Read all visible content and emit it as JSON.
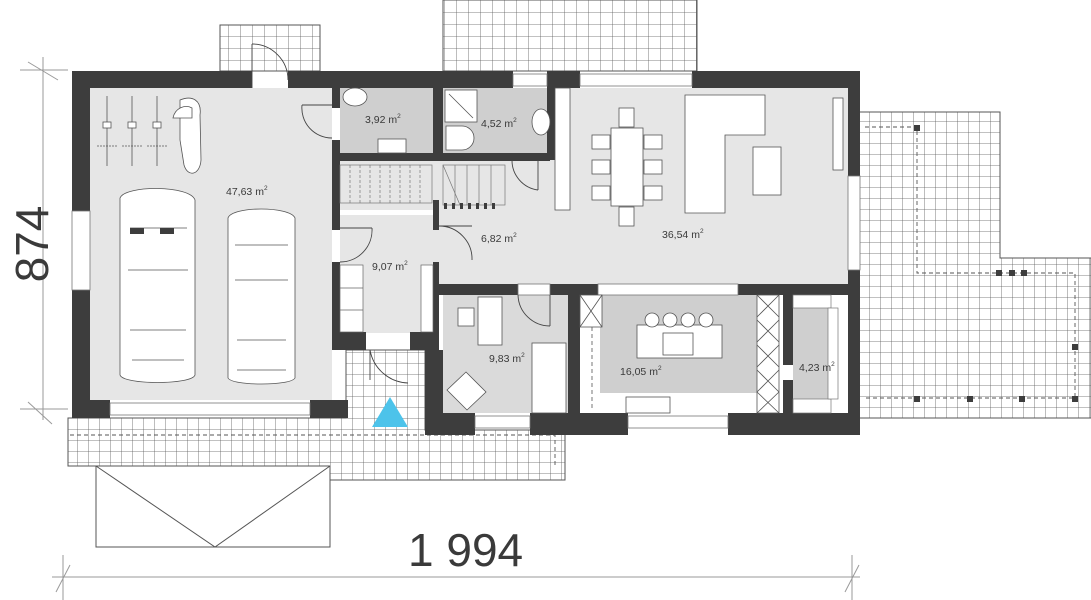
{
  "plan": {
    "type": "ground-floor-plan",
    "dimensions": {
      "width_label": "1 994",
      "depth_label": "874"
    },
    "rooms": [
      {
        "id": "garage",
        "area": "47,63",
        "unit": "m",
        "unit_exp": "2"
      },
      {
        "id": "wc",
        "area": "3,92",
        "unit": "m",
        "unit_exp": "2"
      },
      {
        "id": "bathroom",
        "area": "4,52",
        "unit": "m",
        "unit_exp": "2"
      },
      {
        "id": "hall",
        "area": "6,82",
        "unit": "m",
        "unit_exp": "2"
      },
      {
        "id": "living-dining",
        "area": "36,54",
        "unit": "m",
        "unit_exp": "2"
      },
      {
        "id": "vestibule",
        "area": "9,07",
        "unit": "m",
        "unit_exp": "2"
      },
      {
        "id": "study",
        "area": "9,83",
        "unit": "m",
        "unit_exp": "2"
      },
      {
        "id": "kitchen",
        "area": "16,05",
        "unit": "m",
        "unit_exp": "2"
      },
      {
        "id": "pantry",
        "area": "4,23",
        "unit": "m",
        "unit_exp": "2"
      }
    ],
    "entrance_marker_color": "#4dc3ea",
    "colors": {
      "wall": "#3d3d3d",
      "floor_light": "#e6e6e6",
      "floor_dark": "#cfcfcf",
      "paving_line": "#555555",
      "dimension_line": "#9a9a9a",
      "text": "#3a3a3a"
    }
  }
}
